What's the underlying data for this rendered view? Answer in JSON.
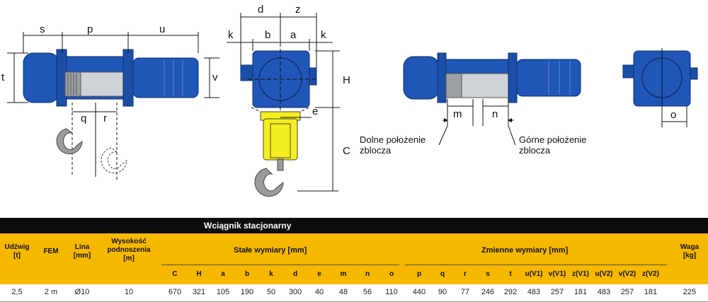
{
  "drawing": {
    "dims": {
      "s": "s",
      "p": "p",
      "u": "u",
      "t": "t",
      "v": "v",
      "q": "q",
      "r": "r",
      "d": "d",
      "z": "z",
      "k": "k",
      "b": "b",
      "a": "a",
      "H": "H",
      "e": "e",
      "C": "C",
      "m": "m",
      "n": "n",
      "o": "o"
    },
    "notes": {
      "lower_line1": "Dolne położenie",
      "lower_line2": "zblocza",
      "upper_line1": "Górne położenie",
      "upper_line2": "zblocza"
    },
    "colors": {
      "body": "#1f56b8",
      "body_dark": "#16408a",
      "drum": "#cfd2d6",
      "hook_block": "#f5ee1e",
      "hook": "#a9a9a9"
    }
  },
  "table": {
    "title": "Wciągnik stacjonarny",
    "headers": {
      "udzwig": [
        "Udźwig",
        "[t]"
      ],
      "fem": "FEM",
      "lina": [
        "Lina",
        "[mm]"
      ],
      "wysokosc": [
        "Wysokość",
        "podnoszenia",
        "[m]"
      ],
      "stale": "Stałe wymiary [mm]",
      "zmienne": "Zmienne wymiary [mm]",
      "waga": [
        "Waga",
        "[kg]"
      ]
    },
    "fixed_cols": [
      "C",
      "H",
      "a",
      "b",
      "k",
      "d",
      "e",
      "m",
      "n",
      "o"
    ],
    "var_cols": [
      "p",
      "q",
      "r",
      "s",
      "t",
      "u(V1)",
      "v(V1)",
      "z(V1)",
      "u(V2)",
      "v(V2)",
      "z(V2)"
    ],
    "row": {
      "udzwig": "2,5",
      "fem": "2 m",
      "lina": "Ø10",
      "wysokosc": "10",
      "fixed": [
        "670",
        "321",
        "105",
        "190",
        "50",
        "300",
        "40",
        "48",
        "56",
        "110"
      ],
      "var": [
        "440",
        "90",
        "77",
        "246",
        "292",
        "483",
        "257",
        "181",
        "483",
        "257",
        "181"
      ],
      "waga": "225"
    },
    "colors": {
      "title_bg": "#0d0d0d",
      "header_bg": "#f6b800"
    }
  }
}
